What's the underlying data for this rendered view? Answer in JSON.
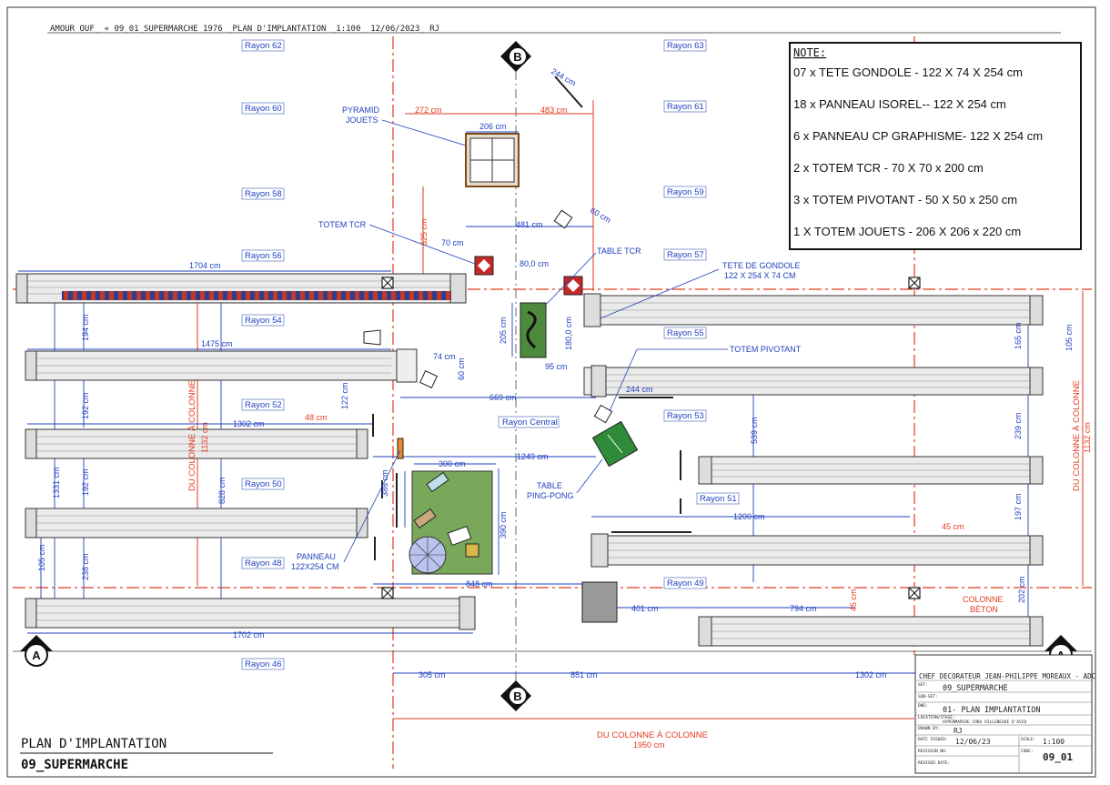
{
  "header": {
    "text": "AMOUR OUF_ « 09_01_SUPERMARCHE 1976 _PLAN D'IMPLANTATION _1:100_ 12/06/2023_ RJ"
  },
  "note": {
    "title": "NOTE:",
    "lines": [
      "07 x TETE GONDOLE   - 122 X 74 X 254 cm",
      "18 x PANNEAU ISOREL-- 122 X 254 cm",
      "6 x PANNEAU CP GRAPHISME- 122 X 254 cm",
      "2 x TOTEM TCR - 70 X 70 x 200 cm",
      "3 x TOTEM PIVOTANT - 50 X 50 x 250 cm",
      "1 X TOTEM JOUETS - 206 X 206 x 220 cm"
    ]
  },
  "rayons": {
    "r62": "Rayon 62",
    "r63": "Rayon 63",
    "r60": "Rayon 60",
    "r61": "Rayon 61",
    "r58": "Rayon 58",
    "r59": "Rayon 59",
    "r56": "Rayon 56",
    "r57": "Rayon 57",
    "r54": "Rayon 54",
    "r55": "Rayon 55",
    "r52": "Rayon 52",
    "r53": "Rayon 53",
    "central": "Rayon Central",
    "r51": "Rayon 51",
    "r50": "Rayon 50",
    "r48": "Rayon 48",
    "r49": "Rayon 49",
    "r46": "Rayon 46"
  },
  "labels": {
    "pyramid": [
      "PYRAMID",
      "JOUETS"
    ],
    "totem_tcr": "TOTEM TCR",
    "table_tcr": "TABLE TCR",
    "tete_gondole": [
      "TETE DE GONDOLE",
      "122 X 254 X 74 CM"
    ],
    "totem_pivotant": "TOTEM PIVOTANT",
    "table_ping": [
      "TABLE",
      "PING-PONG"
    ],
    "panneau": [
      "PANNEAU",
      "122X254 CM"
    ],
    "colonne": [
      "COLONNE",
      "BÉTON"
    ],
    "du_colonne_left": [
      "DU COLONNE À COLONNE",
      "1132 cm"
    ],
    "du_colonne_right": [
      "DU COLONNE À COLONNE",
      "1132 cm"
    ],
    "du_colonne_bottom": [
      "DU COLONNE À COLONNE",
      "1950 cm"
    ]
  },
  "dims_red": {
    "d272": "272 cm",
    "d483": "483 cm",
    "d244a": "244 cm",
    "d325": "325 cm",
    "d48": "48 cm",
    "d45a": "45 cm",
    "d45b": "45 cm"
  },
  "dims_blue": {
    "d206": "206 cm",
    "d481": "481 cm",
    "d60a": "60 cm",
    "d70": "70 cm",
    "d1704": "1704 cm",
    "d80": "80,0 cm",
    "d205": "205 cm",
    "d180": "180,0 cm",
    "d95": "95 cm",
    "d194": "194 cm",
    "d1475": "1475 cm",
    "d74": "74 cm",
    "d60b": "60 cm",
    "d122": "122 cm",
    "d669": "669 cm",
    "d244b": "244 cm",
    "d192a": "192 cm",
    "d1302a": "1302 cm",
    "d1249": "1249 cm",
    "d539": "539 cm",
    "d300": "300 cm",
    "d386": "386 cm",
    "d192b": "192 cm",
    "d1331": "1331 cm",
    "d828": "828 cm",
    "d390": "390 cm",
    "d1200": "1200 cm",
    "d165": "165 cm",
    "d105a": "105 cm",
    "d239": "239 cm",
    "d197": "197 cm",
    "d238": "238 cm",
    "d105b": "105 cm",
    "d848": "848 cm",
    "d401": "401 cm",
    "d794": "794 cm",
    "d202": "202 cm",
    "d1702": "1702 cm",
    "d305": "305 cm",
    "d851": "851 cm",
    "d1302b": "1302 cm"
  },
  "markers": {
    "a": "A",
    "b": "B"
  },
  "footer": {
    "title": "PLAN D'IMPLANTATION",
    "subtitle": "09_SUPERMARCHE"
  },
  "titleblock": {
    "designer": "CHEF DECORATEUR JEAN-PHILIPPE MOREAUX - ADC",
    "set_label": "SET:",
    "set": "09_SUPERMARCHE",
    "subset_label": "SUB-SET:",
    "dwg_label": "DWG:",
    "dwg": "01- PLAN IMPLANTATION",
    "loc_label": "LOCATION/STAGE:",
    "loc": "HYPERMARCHE CORA VILLENEUVE D'ASCQ",
    "drawn_label": "DRAWN BY:",
    "drawn": "RJ",
    "date_label": "DATE ISSUED:",
    "date": "12/06/23",
    "scale_label": "SCALE:",
    "scale": "1:100",
    "rev_label": "REVISION NO.",
    "code_label": "CODE:",
    "code": "09_01",
    "revdate_label": "REVISED DATE:"
  },
  "colors": {
    "red": "#e23a1e",
    "blue": "#1f3fbf",
    "green": "#6f9f4f"
  }
}
